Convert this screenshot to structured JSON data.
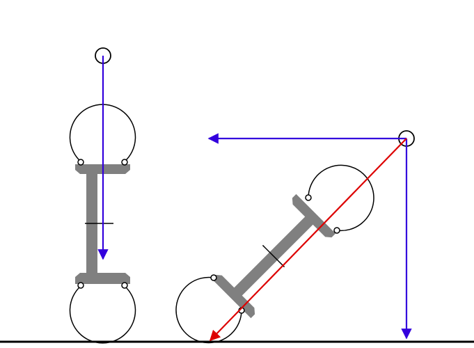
{
  "diagram": {
    "colors": {
      "background": "#ffffff",
      "body": "#808080",
      "outline": "#000000",
      "vector_blue": "#3300dd",
      "vector_red": "#dd0000",
      "ground": "#000000"
    },
    "figures": [
      {
        "id": "upright-dumbbell",
        "orientation": "vertical"
      },
      {
        "id": "tilted-dumbbell",
        "orientation": "diagonal"
      }
    ],
    "vectors": [
      {
        "id": "upright-downward-vector",
        "color": "vector_blue"
      },
      {
        "id": "pivot-leftward-vector",
        "color": "vector_blue"
      },
      {
        "id": "pivot-downward-vector",
        "color": "vector_blue"
      },
      {
        "id": "pivot-diagonal-vector",
        "color": "vector_red"
      }
    ]
  }
}
